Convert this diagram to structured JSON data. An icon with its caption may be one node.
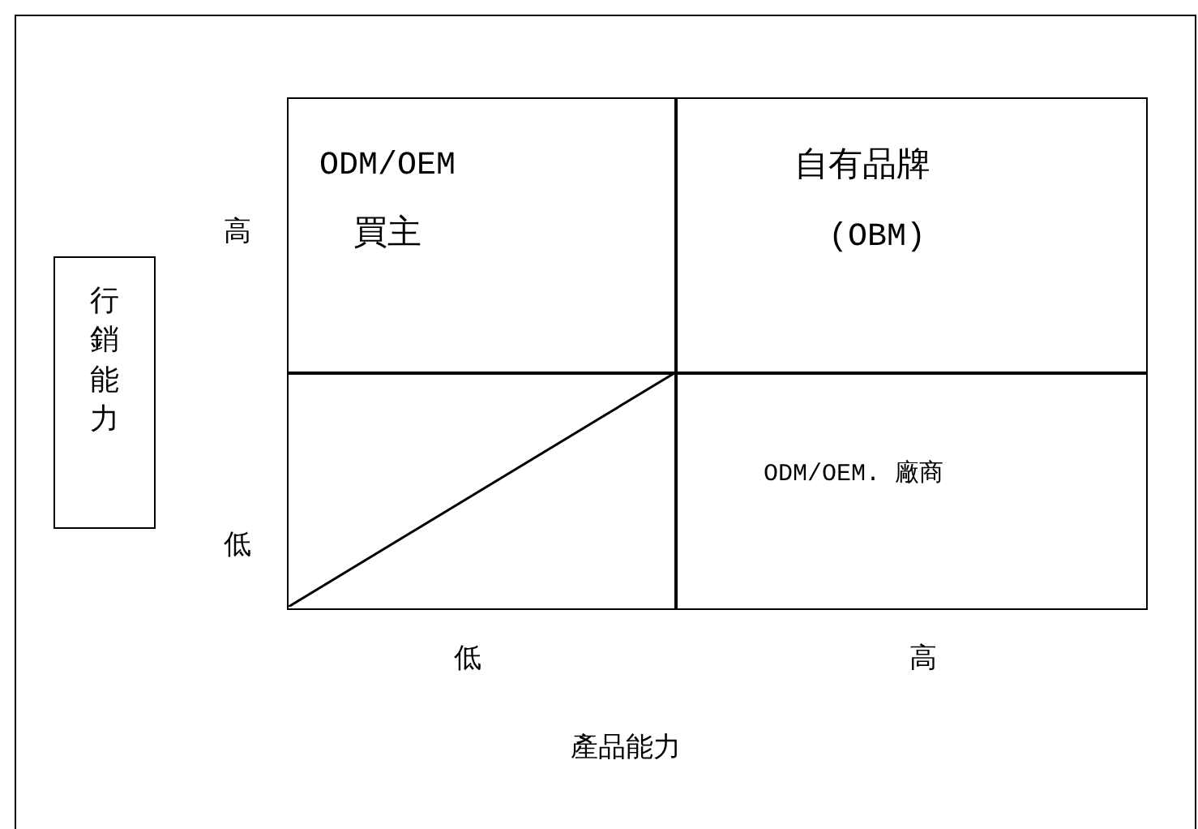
{
  "diagram": {
    "nodes": [
      {
        "text": [
          "行銷能力"
        ]
      },
      {
        "text": [
          "ODM/OEM",
          "買主"
        ]
      },
      {
        "text": [
          "自有品牌",
          "(OBM)"
        ]
      },
      {
        "text": [],
        "shape": "box"
      },
      {
        "text": [
          "ODM/OEM. 廠商"
        ]
      }
    ],
    "labels": [
      "高",
      "低",
      "低",
      "高",
      "產品能力"
    ]
  }
}
